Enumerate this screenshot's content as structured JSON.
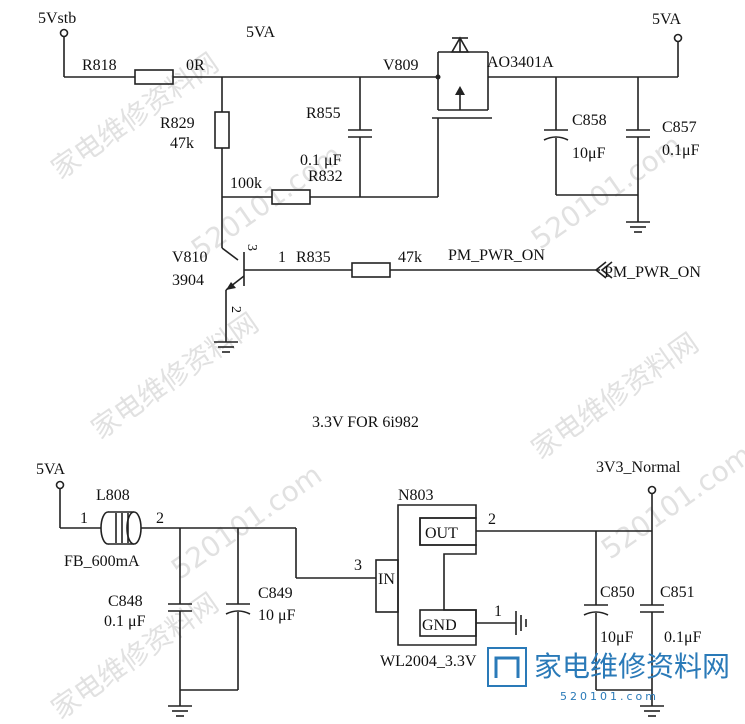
{
  "top_circuit": {
    "net_5vstb": "5Vstb",
    "net_5va_mid": "5VA",
    "net_5va_right": "5VA",
    "r818_ref": "R818",
    "r818_val": "0R",
    "v809_ref": "V809",
    "v809_part": "AO3401A",
    "r829_ref": "R829",
    "r829_val": "47k",
    "r855_ref": "R855",
    "r855_val": "0.1 μF",
    "r832_val": "100k",
    "r832_ref": "R832",
    "c858_ref": "C858",
    "c858_val": "10μF",
    "c857_ref": "C857",
    "c857_val": "0.1μF",
    "v810_ref": "V810",
    "v810_part": "3904",
    "pin3": "3",
    "pin1": "1",
    "pin2": "2",
    "r835_ref": "R835",
    "r835_val": "47k",
    "net_pm": "PM_PWR_ON",
    "port_pm": "PM_PWR_ON"
  },
  "section_title": "3.3V  FOR  6i982",
  "bottom_circuit": {
    "net_5va": "5VA",
    "l808_ref": "L808",
    "l808_pin1": "1",
    "l808_pin2": "2",
    "l808_val": "FB_600mA",
    "c848_ref": "C848",
    "c848_val": "0.1 μF",
    "c849_ref": "C849",
    "c849_val": "10 μF",
    "n803_ref": "N803",
    "n803_part": "WL2004_3.3V",
    "pin_in_num": "3",
    "pin_in": "IN",
    "pin_out": "OUT",
    "pin_out_num": "2",
    "pin_gnd": "GND",
    "pin_gnd_num": "1",
    "net_3v3": "3V3_Normal",
    "c850_ref": "C850",
    "c850_val": "10μF",
    "c851_ref": "C851",
    "c851_val": "0.1μF"
  },
  "watermark": {
    "text_cn": "家电维修资料网",
    "text_num": "520101.com",
    "brand_cn": "家电维修资料网",
    "brand_url": "520101.com"
  }
}
